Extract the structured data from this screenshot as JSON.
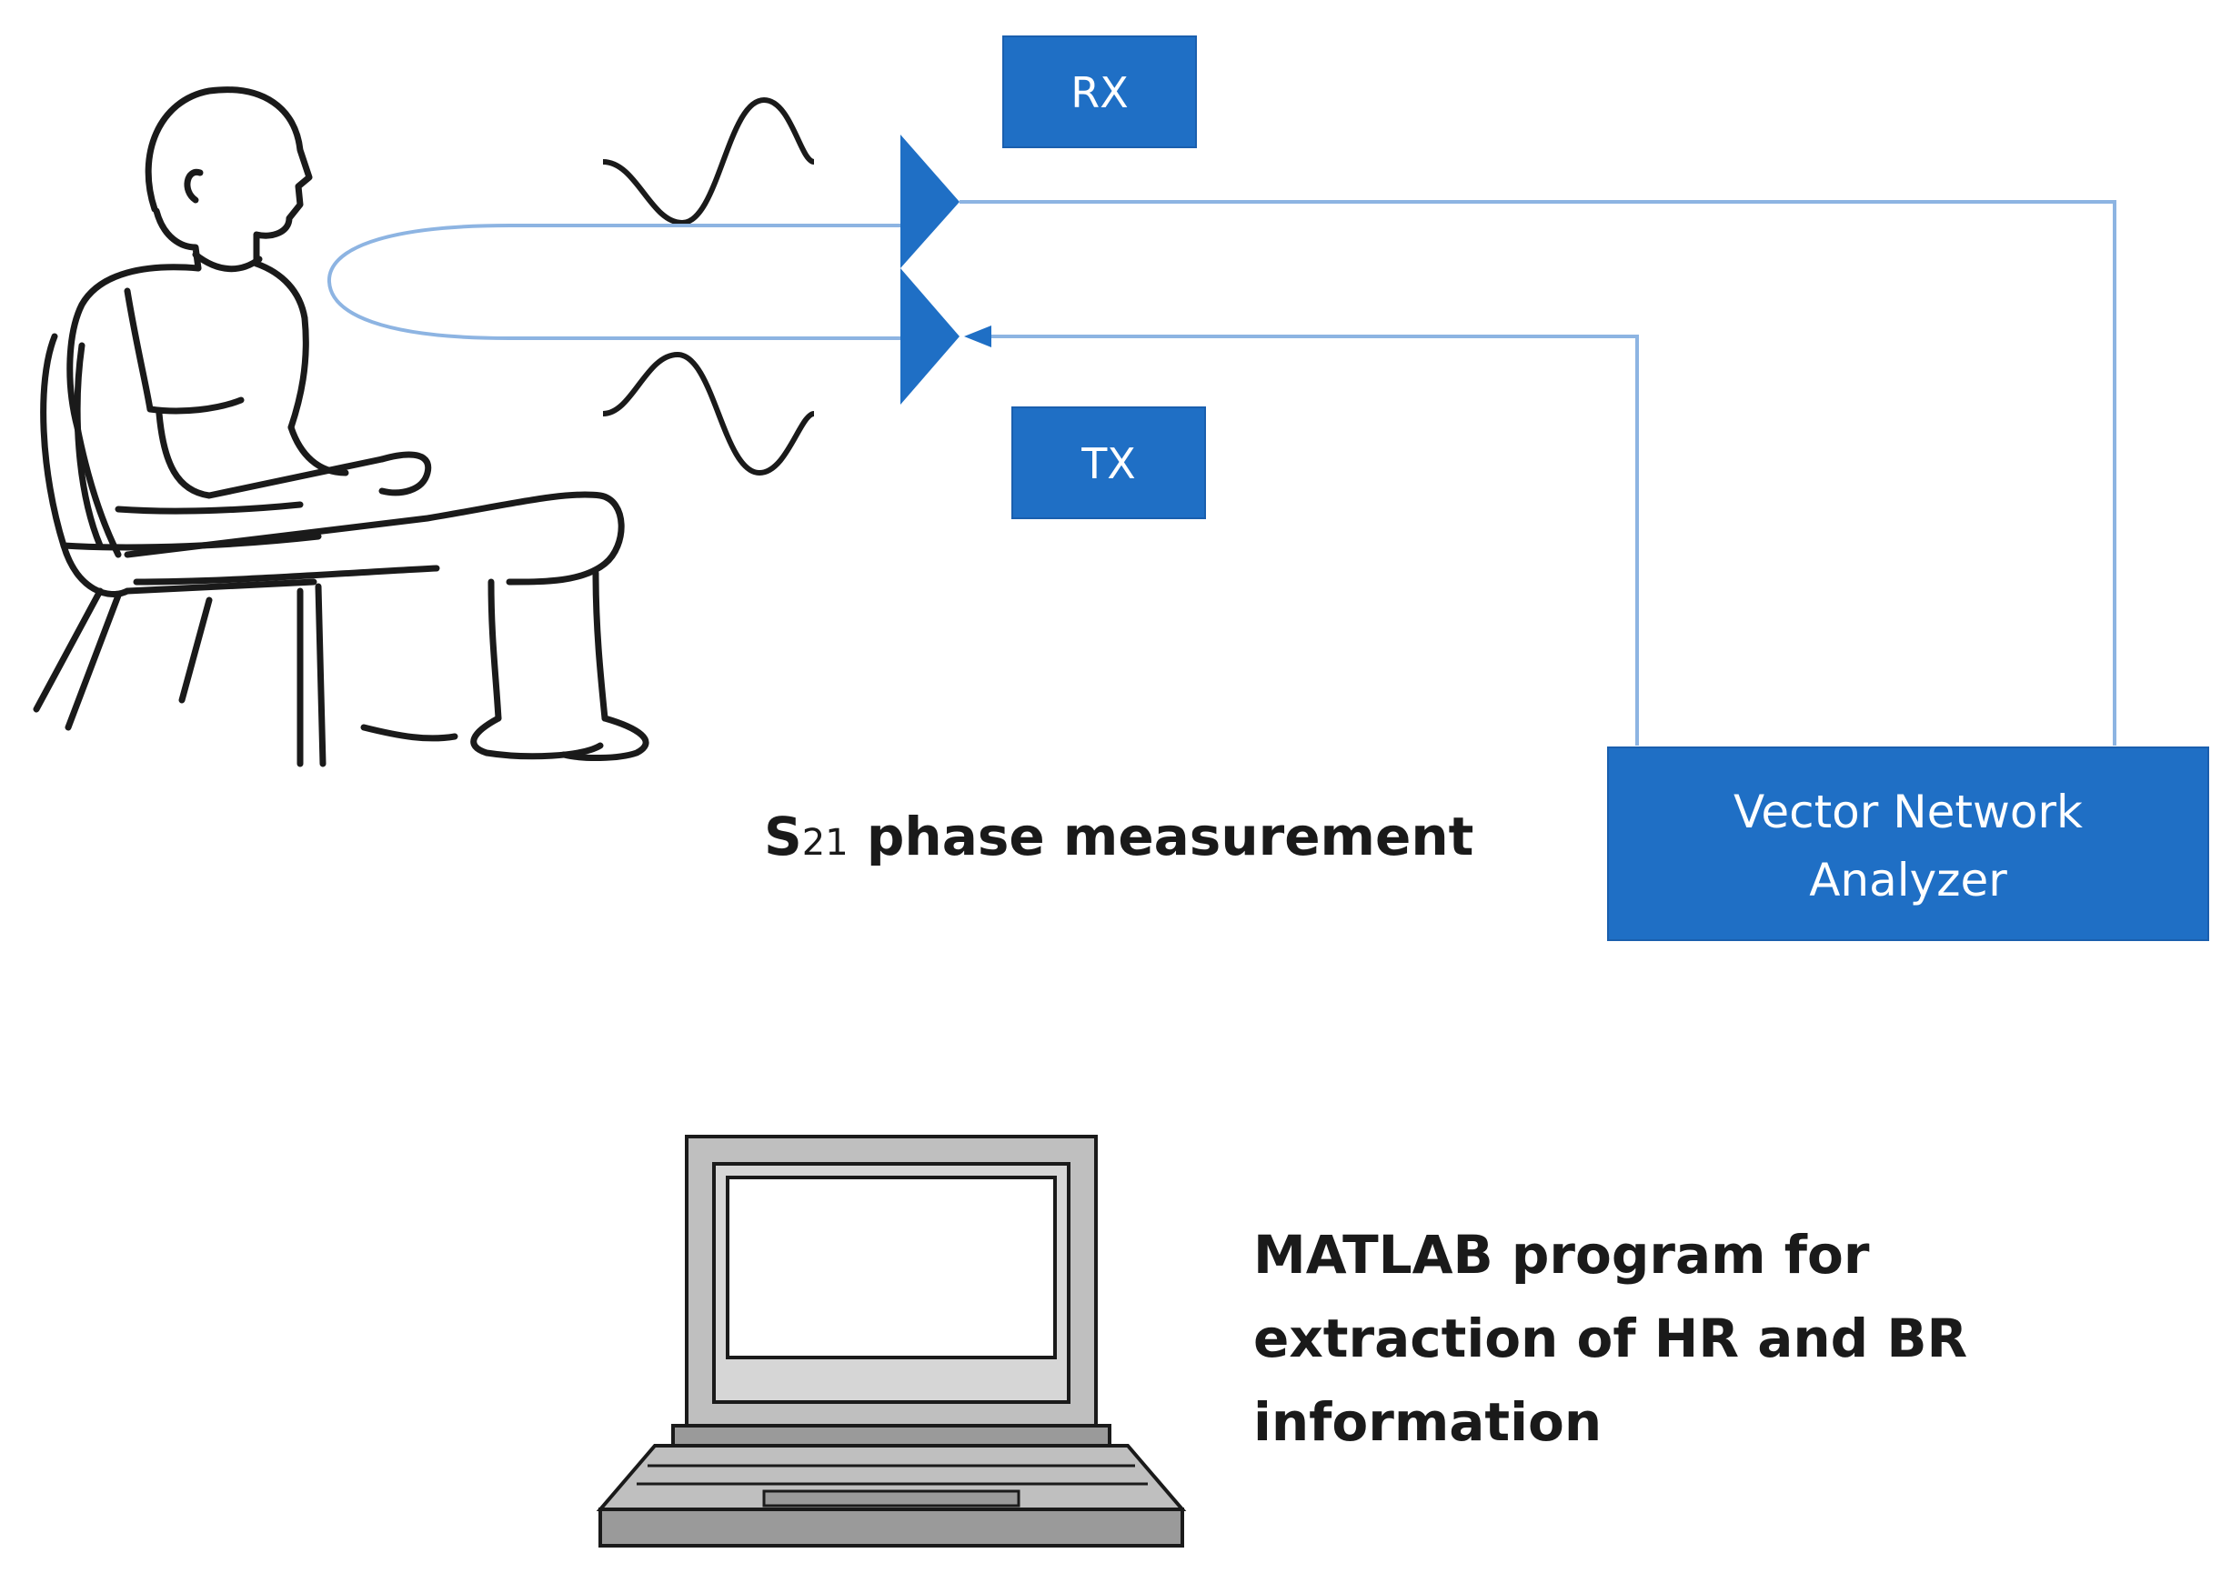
{
  "colors": {
    "accent": "#1f6fc5",
    "box_border": "#1a5fae",
    "wire": "#8db4e2",
    "ink": "#1a1a1a",
    "laptop_fill": "#bfbfbf",
    "laptop_dark": "#9a9a9a"
  },
  "labels": {
    "rx": "RX",
    "tx": "TX",
    "vna_line1": "Vector Network",
    "vna_line2": "Analyzer",
    "s21_main": "S",
    "s21_sub": "21",
    "s21_rest": " phase measurement",
    "matlab_line1": "MATLAB program for",
    "matlab_line2": "extraction of HR and BR",
    "matlab_line3": "information"
  },
  "icons": {
    "person": "seated-person-sketch-icon",
    "waves": "sine-wave-icon",
    "antenna": "antenna-triangle-icon",
    "laptop": "laptop-icon"
  }
}
